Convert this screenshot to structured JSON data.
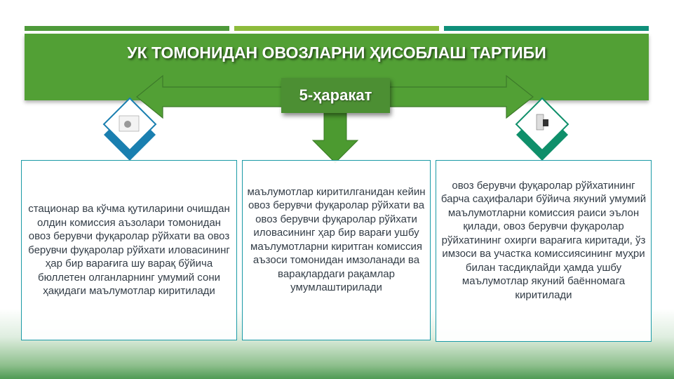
{
  "title": "УК ТОМОНИДАН ОВОЗЛАРНИ ҲИСОБЛАШ ТАРТИБИ",
  "step_label": "5-ҳаракат",
  "colors": {
    "bar1": "#4e9a3a",
    "bar2": "#8dbb3c",
    "bar3": "#0f8f7a",
    "banner": "#52a035",
    "box_border": "#1a9aa6"
  },
  "icons": {
    "left": "ballot-box-icon",
    "right": "stamp-icon"
  },
  "boxes": [
    {
      "text": "стационар ва кўчма қутиларини очишдан олдин комиссия аъзолари томонидан овоз берувчи фуқаролар рўйхати ва овоз берувчи фуқаролар рўйхати иловасининг ҳар бир варағига шу варақ бўйича бюллетен олганларнинг умумий сони ҳақидаги маълумотлар киритилади"
    },
    {
      "text": "маълумотлар киритилганидан кейин овоз берувчи фуқаролар рўйхати ва овоз берувчи фуқаролар рўйхати иловасининг ҳар бир варағи ушбу маълумотларни киритган комиссия аъзоси томонидан имзоланади ва варақлардаги рақамлар умумлаштирилади"
    },
    {
      "text": "овоз берувчи фуқаролар рўйхатининг барча саҳифалари бўйича якуний умумий маълумотларни комиссия раиси эълон қилади, овоз берувчи фуқаролар рўйхатининг охирги варағига киритади, ўз имзоси ва участка комиссиясининг муҳри билан тасдиқлайди ҳамда ушбу маълумотлар якуний баённомага киритилади"
    }
  ]
}
